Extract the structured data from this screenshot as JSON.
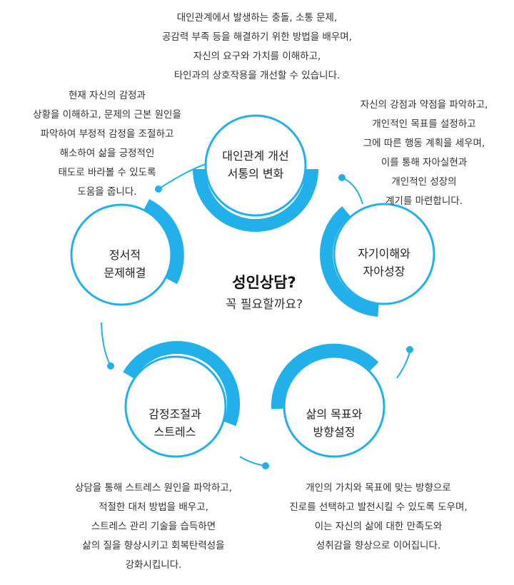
{
  "accent_color": "#22B0EB",
  "center": {
    "title": "성인상담?",
    "subtitle": "꼭 필요할까요?"
  },
  "nodes": [
    {
      "id": "relationship",
      "label_lines": [
        "대인관계 개선",
        "서통의 변화"
      ]
    },
    {
      "id": "self",
      "label_lines": [
        "자기이해와",
        "자아성장"
      ]
    },
    {
      "id": "goals",
      "label_lines": [
        "삶의 목표와",
        "방향설정"
      ]
    },
    {
      "id": "stress",
      "label_lines": [
        "감정조절과",
        "스트레스"
      ]
    },
    {
      "id": "emotion",
      "label_lines": [
        "정서적",
        "문제해결"
      ]
    }
  ],
  "descriptions": {
    "relationship": [
      "대인관계에서 발생하는 충돌, 소통 문제,",
      "공감력 부족 등을 해결하기 위한 방법을 배우며,",
      "자신의 요구와 가치를 이해하고,",
      "타인과의 상호작용을 개선할 수 있습니다."
    ],
    "self": [
      "자신의 강점과 약점을 파악하고,",
      "개인적인 목표를 설정하고",
      "그에 따른 행동 계획을 세우며,",
      "이를 통해 자아실현과",
      "개인적인 성장의",
      "계기를 마련합니다."
    ],
    "goals": [
      "개인의 가치와 목표에 맞는 방향으로",
      "진로를 선택하고 발전시킬 수 있도록 도우며,",
      "이는 자신의 삶에 대한 만족도와",
      "성취감을 향상으로 이어집니다."
    ],
    "stress": [
      "상담을 통해 스트레스 원인을 파악하고,",
      "적절한 대처 방법을 배우고,",
      "스트레스 관리 기술을 습득하면",
      "삶의 질을 향상시키고 회복탄력성을",
      "강화시킵니다."
    ],
    "emotion": [
      "현재 자신의 감정과",
      "상황을 이해하고, 문제의 근본 원인을",
      "파악하여 부정적 감정을 조절하고",
      "해소하여 삶을 긍정적인",
      "태도로 바라볼 수 있도록",
      "도움을 줍니다."
    ]
  }
}
